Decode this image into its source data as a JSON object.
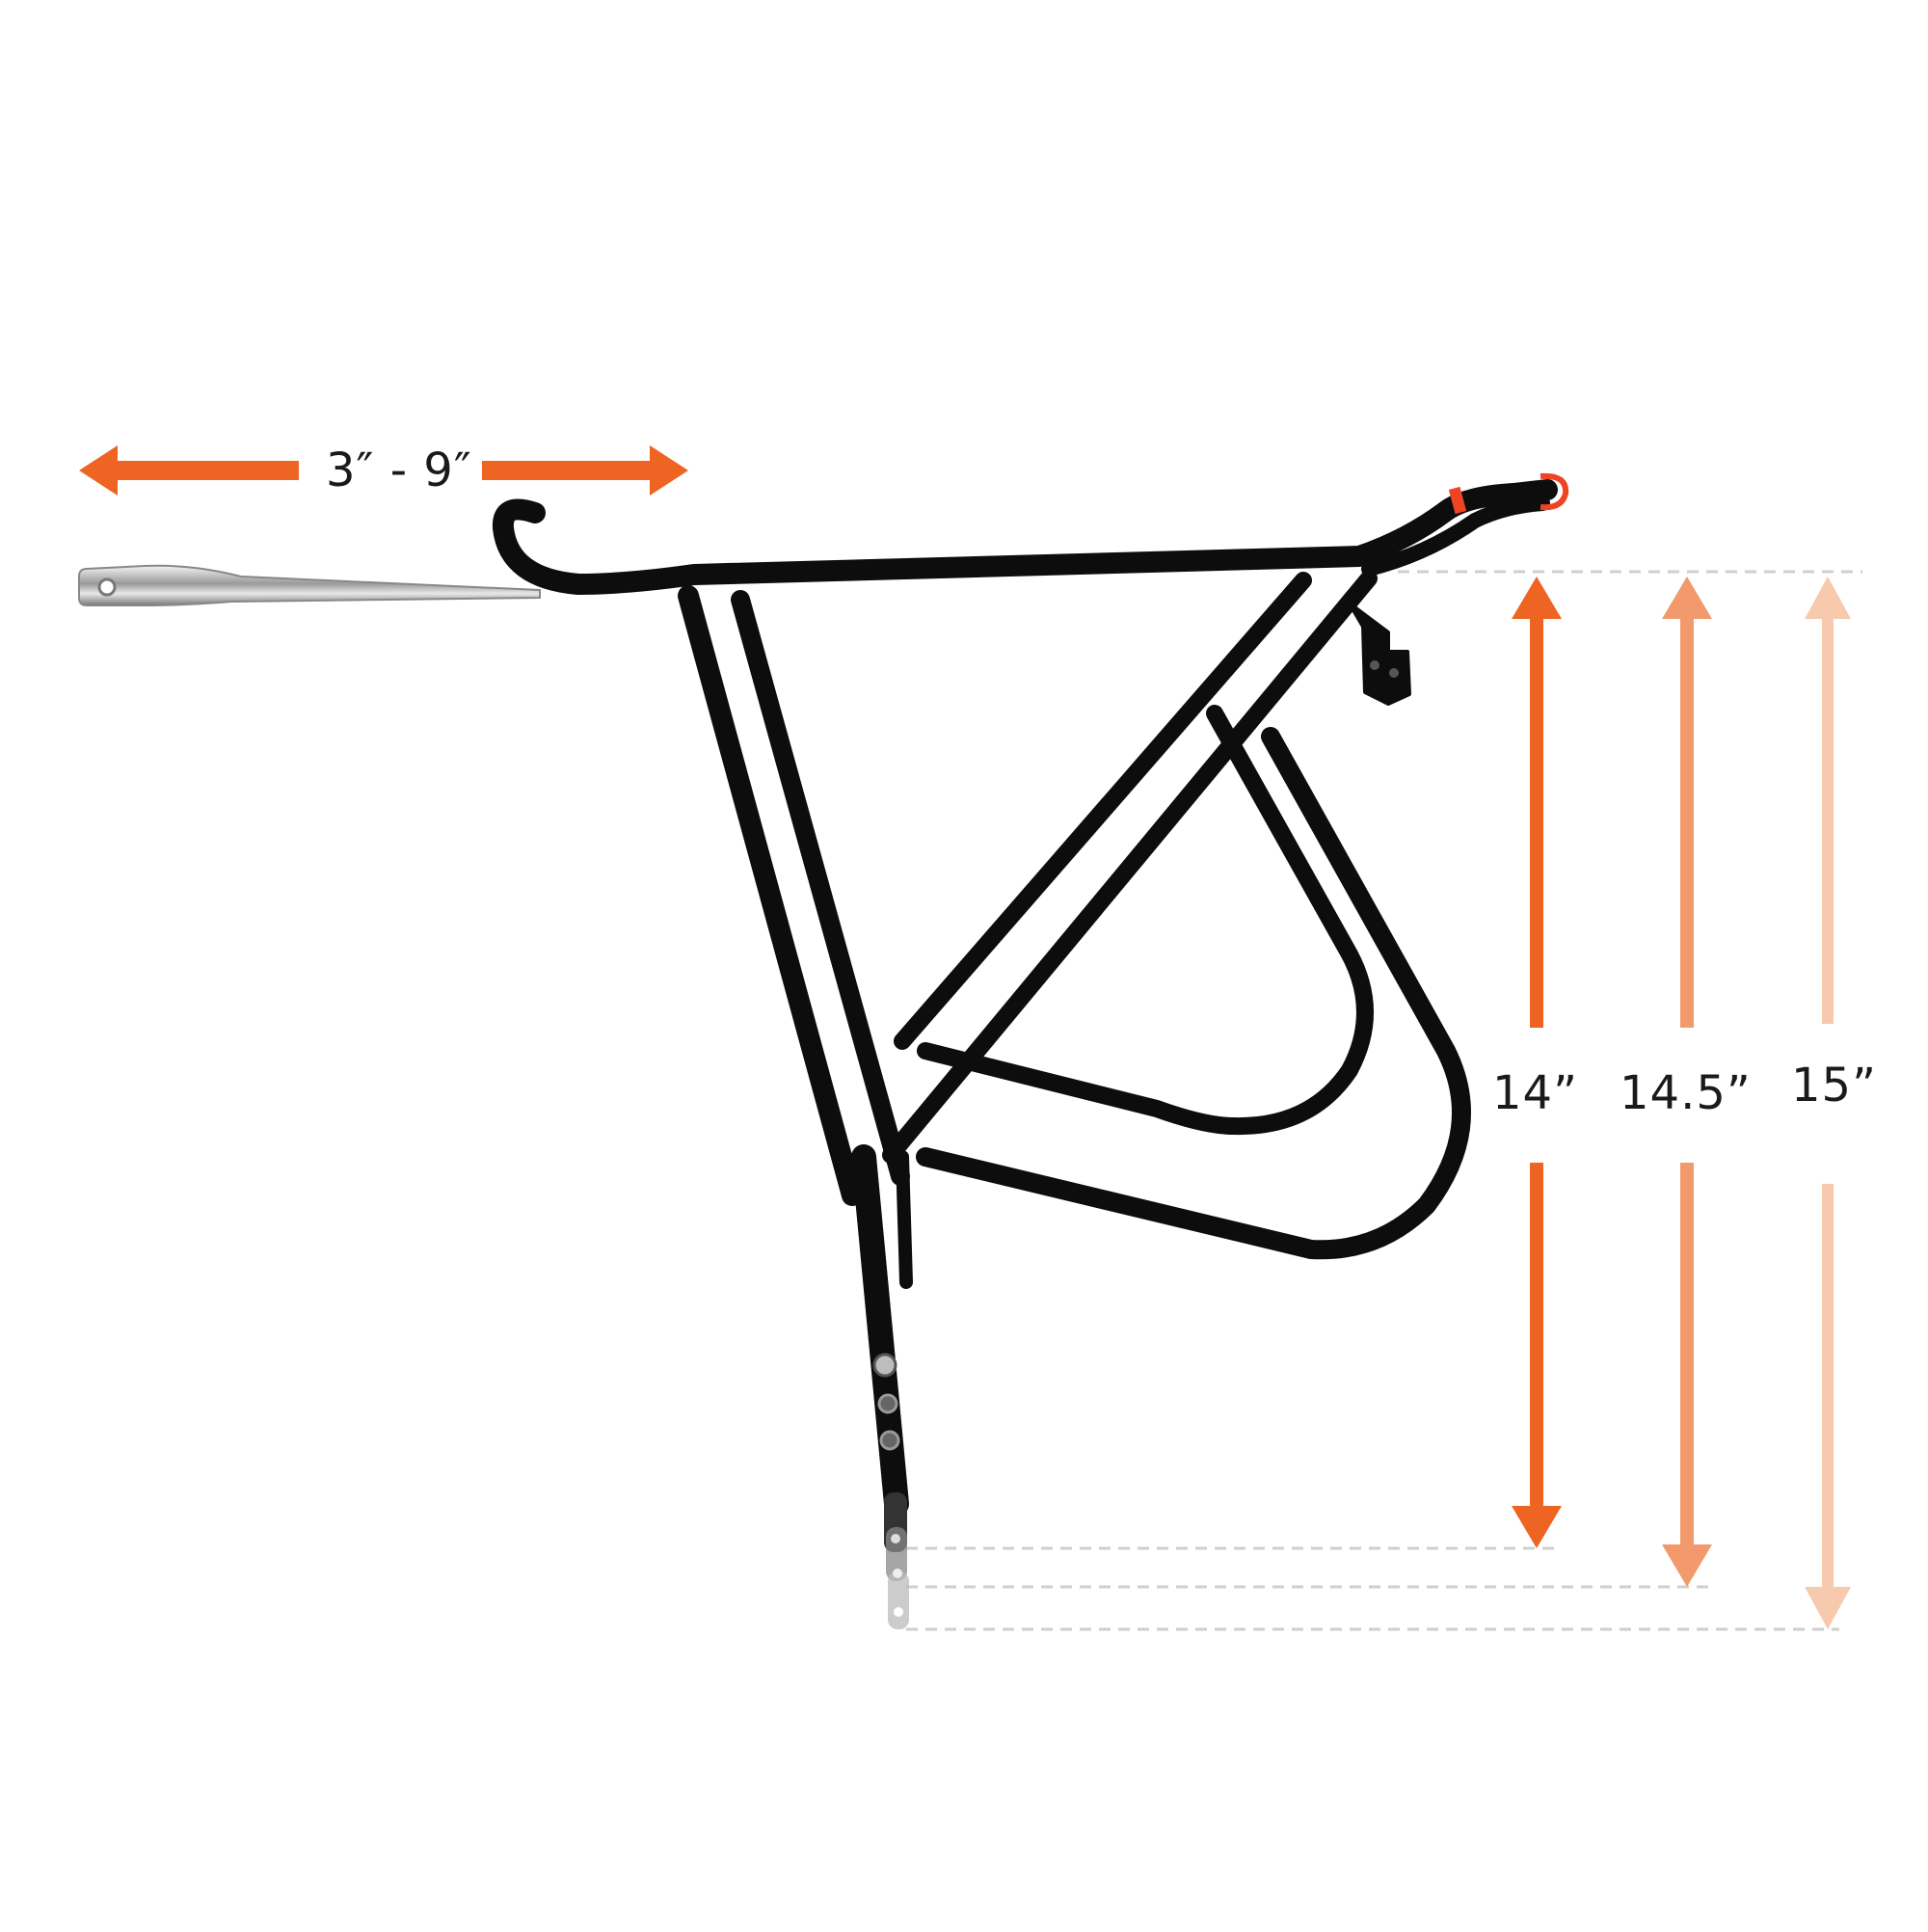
{
  "dimensions": {
    "fender_stay_range": "3″ - 9″",
    "heights": [
      {
        "label": "14”",
        "color": "#ee6422"
      },
      {
        "label": "14.5”",
        "color": "#f29a6c"
      },
      {
        "label": "15”",
        "color": "#f7c9ad"
      }
    ]
  },
  "colors": {
    "rack": "#111111",
    "accent": "#ee6422",
    "stay_metal": "#c8c8c8",
    "guide_line": "#cccccc"
  },
  "icons": {
    "rack": "rear-bike-rack-illustration",
    "stay": "fender-stay-strut",
    "arrows": "double-headed-arrow"
  }
}
